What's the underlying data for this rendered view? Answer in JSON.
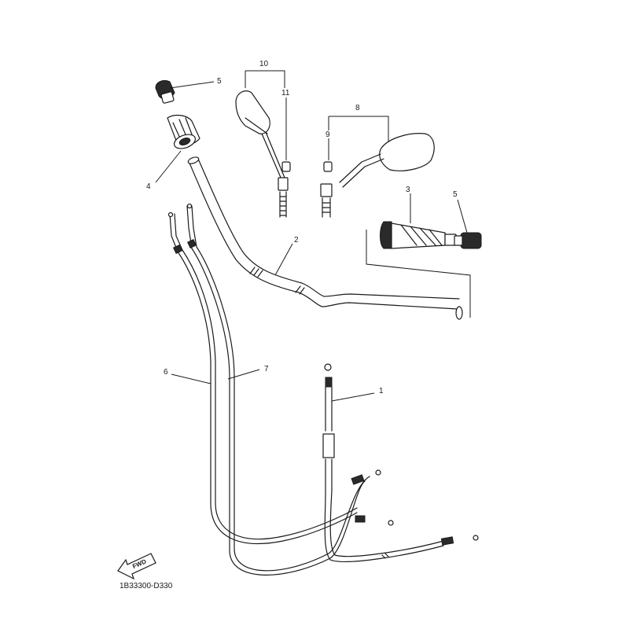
{
  "diagram": {
    "callouts": {
      "c1": "1",
      "c2": "2",
      "c3": "3",
      "c4": "4",
      "c5a": "5",
      "c5b": "5",
      "c6": "6",
      "c7": "7",
      "c8": "8",
      "c9": "9",
      "c10": "10",
      "c11": "11"
    },
    "fwd_label": "FWD",
    "drawing_code": "1B33300-D330",
    "icons": [
      "fwd-arrow-icon"
    ]
  }
}
